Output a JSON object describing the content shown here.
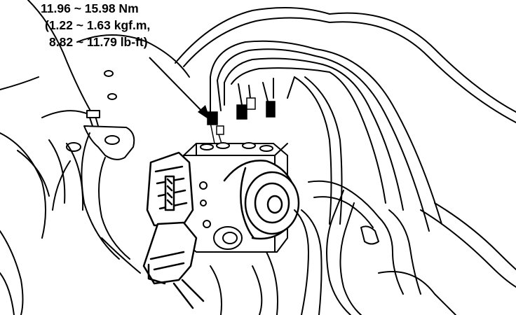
{
  "torque_callout": {
    "line1": "11.96 ~ 15.98 Nm",
    "line2": "(1.22 ~ 1.63 kgf.m,",
    "line3": "8.82 ~ 11.79 lb-ft)"
  }
}
